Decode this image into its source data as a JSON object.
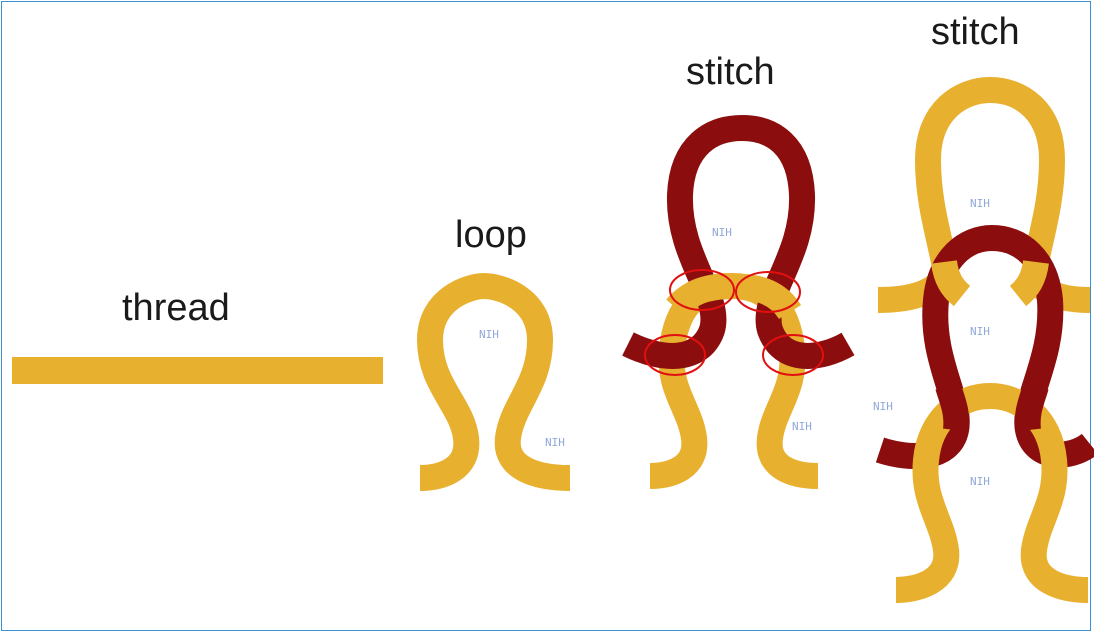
{
  "labels": {
    "thread": "thread",
    "loop": "loop",
    "stitch_a": "stitch",
    "stitch_b": "stitch"
  },
  "colors": {
    "yarn_gold": "#e8b02f",
    "yarn_dark_red": "#8b0d0d",
    "highlight_red": "#e01010",
    "frame_blue": "#3c8fd0",
    "label_text": "#1a1a1a"
  },
  "watermark_text": "NIH"
}
